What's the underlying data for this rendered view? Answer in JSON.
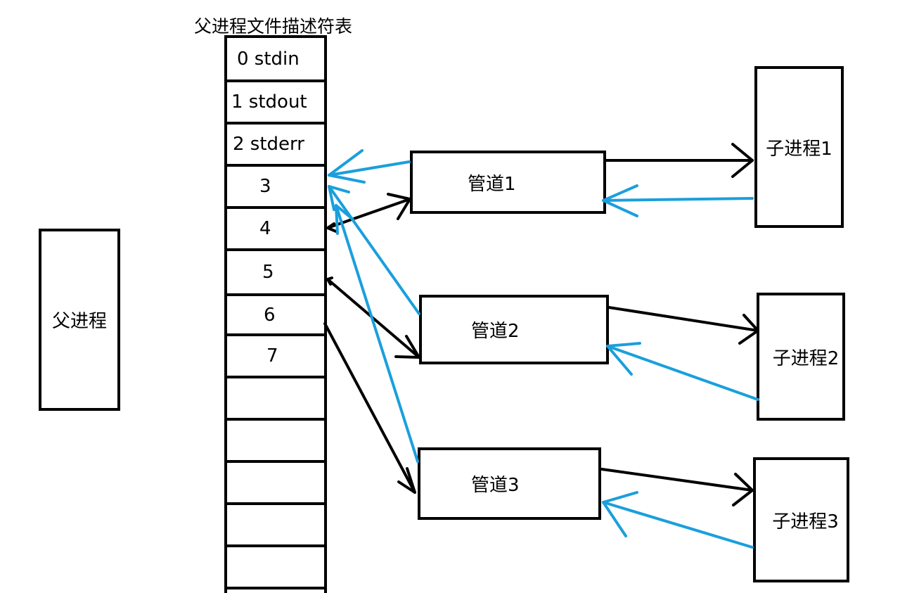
{
  "table_title": "父进程文件描述符表",
  "parent_label": "父进程",
  "fd_rows": [
    {
      "label": "0 stdin"
    },
    {
      "label": "1 stdout"
    },
    {
      "label": "2 stderr"
    },
    {
      "label": "3"
    },
    {
      "label": "4"
    },
    {
      "label": "5"
    },
    {
      "label": "6"
    },
    {
      "label": "7"
    },
    {
      "label": ""
    },
    {
      "label": ""
    },
    {
      "label": ""
    },
    {
      "label": ""
    },
    {
      "label": ""
    }
  ],
  "pipes": [
    {
      "label": "管道1"
    },
    {
      "label": "管道2"
    },
    {
      "label": "管道3"
    }
  ],
  "children": [
    {
      "label": "子进程1"
    },
    {
      "label": "子进程2"
    },
    {
      "label": "子进程3"
    }
  ],
  "colors": {
    "write_arrow": "#000000",
    "read_arrow": "#1a9fdc"
  }
}
